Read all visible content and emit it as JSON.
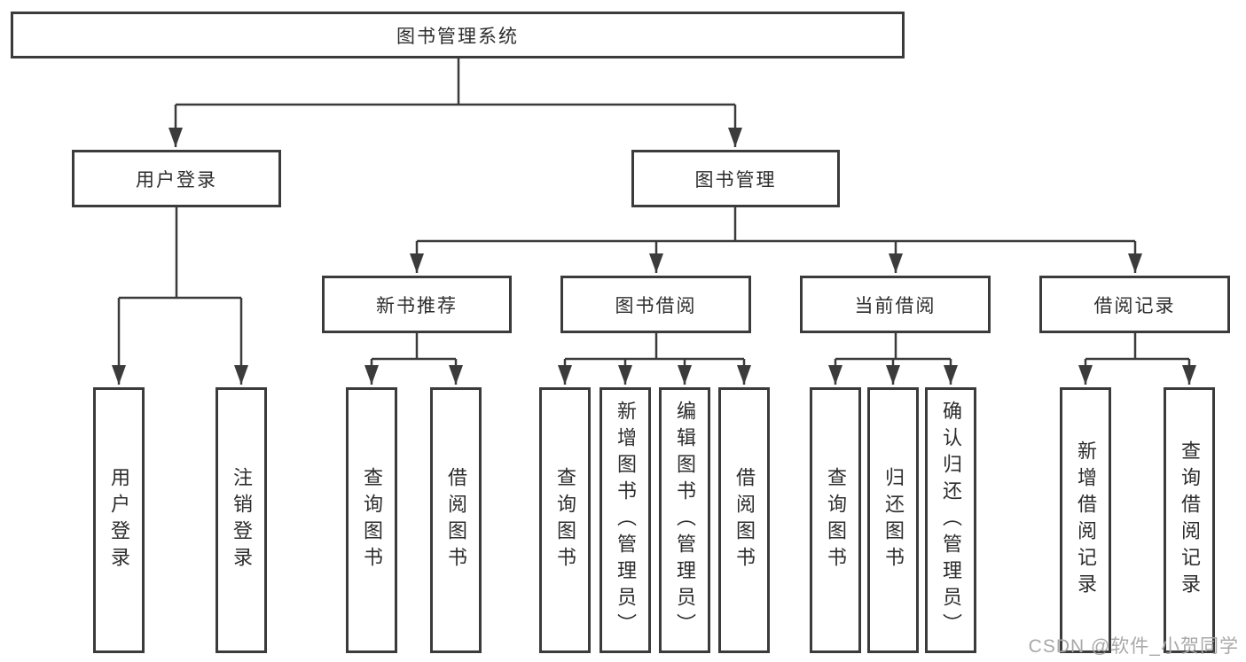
{
  "diagram": {
    "root": {
      "label": "图书管理系统"
    },
    "level2": [
      {
        "id": "user-login",
        "label": "用户登录"
      },
      {
        "id": "book-management",
        "label": "图书管理"
      }
    ],
    "level3": [
      {
        "id": "new-book-recommend",
        "label": "新书推荐"
      },
      {
        "id": "book-borrowing",
        "label": "图书借阅"
      },
      {
        "id": "current-borrowing",
        "label": "当前借阅"
      },
      {
        "id": "borrowing-records",
        "label": "借阅记录"
      }
    ],
    "leaves": [
      {
        "id": "user-login-leaf",
        "label": "用户登录"
      },
      {
        "id": "logout-leaf",
        "label": "注销登录"
      },
      {
        "id": "query-books-recommend",
        "label": "查询图书"
      },
      {
        "id": "borrow-books-recommend",
        "label": "借阅图书"
      },
      {
        "id": "query-books-borrowing",
        "label": "查询图书"
      },
      {
        "id": "add-books-admin",
        "label": "新增图书（管理员）"
      },
      {
        "id": "edit-books-admin",
        "label": "编辑图书（管理员）"
      },
      {
        "id": "borrow-books-borrowing",
        "label": "借阅图书"
      },
      {
        "id": "query-books-current",
        "label": "查询图书"
      },
      {
        "id": "return-books",
        "label": "归还图书"
      },
      {
        "id": "confirm-return-admin",
        "label": "确认归还（管理员）"
      },
      {
        "id": "add-borrow-record",
        "label": "新增借阅记录"
      },
      {
        "id": "query-borrow-record",
        "label": "查询借阅记录"
      }
    ],
    "watermark": "CSDN @软件_小贺同学",
    "colors": {
      "line": "#3b3b3b",
      "text": "#2d2d2d",
      "watermark": "#a8a8a8",
      "background": "#ffffff"
    }
  }
}
